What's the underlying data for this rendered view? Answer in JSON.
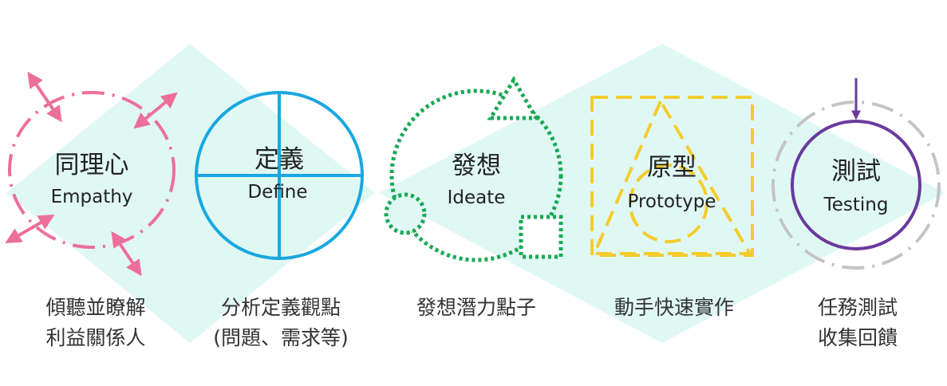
{
  "colors": {
    "background_diamond": "#e0f8f4",
    "empathy": "#ec6f9a",
    "define": "#1aa7e0",
    "ideate": "#17a855",
    "prototype": "#f5cc2e",
    "testing": "#6a3a9c",
    "testing_outer": "#c4c4c4"
  },
  "stages": [
    {
      "title": "同理心",
      "subtitle": "Empathy",
      "desc": [
        "傾聽並瞭解",
        "利益關係人"
      ],
      "icon": "dash-dot-circle-with-arrows"
    },
    {
      "title": "定義",
      "subtitle": "Define",
      "desc": [
        "分析定義觀點",
        "(問題、需求等)"
      ],
      "icon": "quartered-circle"
    },
    {
      "title": "發想",
      "subtitle": "Ideate",
      "desc": [
        "發想潛力點子"
      ],
      "icon": "dotted-shapes"
    },
    {
      "title": "原型",
      "subtitle": "Prototype",
      "desc": [
        "動手快速實作"
      ],
      "icon": "dashed-square-triangle-circle"
    },
    {
      "title": "測試",
      "subtitle": "Testing",
      "desc": [
        "任務測試",
        "收集回饋"
      ],
      "icon": "target-circle-with-arrow"
    }
  ]
}
